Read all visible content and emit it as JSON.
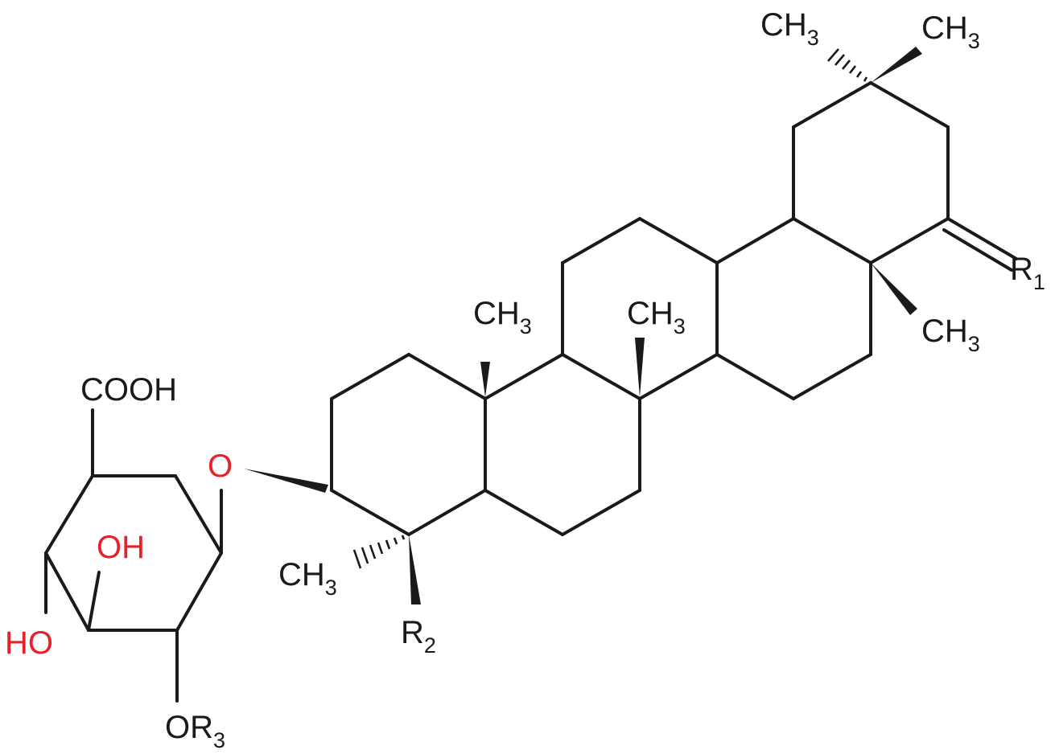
{
  "colors": {
    "bond": "#1a1a1a",
    "heteroatom": "#e8202a",
    "text": "#1a1a1a"
  },
  "labels": {
    "cooh": "COOH",
    "o_glyco": "O",
    "oh_sugar": "OH",
    "ho_sugar": "HO",
    "or3": {
      "main": "OR",
      "sub": "3"
    },
    "r2": {
      "main": "R",
      "sub": "2"
    },
    "r1": {
      "main": "R",
      "sub": "1"
    },
    "ch3_c4": {
      "main": "CH",
      "sub": "3"
    },
    "ch3_c10": {
      "main": "CH",
      "sub": "3"
    },
    "ch3_c8": {
      "main": "CH",
      "sub": "3"
    },
    "ch3_c14": {
      "main": "CH",
      "sub": "3"
    },
    "ch3_c20_hash": {
      "main": "CH",
      "sub": "3"
    },
    "ch3_c20_wedge": {
      "main": "CH",
      "sub": "3"
    }
  }
}
